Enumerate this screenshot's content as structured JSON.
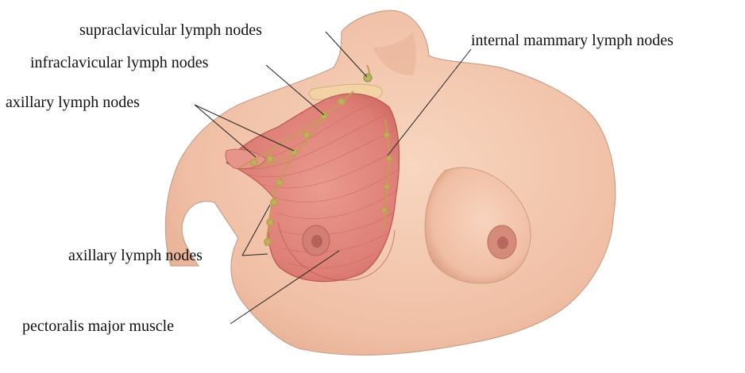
{
  "labels": {
    "supraclavicular": "supraclavicular lymph nodes",
    "infraclavicular": "infraclavicular lymph nodes",
    "axillary_upper": "axillary lymph nodes",
    "internal_mammary": "internal mammary lymph nodes",
    "axillary_lower": "axillary lymph nodes",
    "pectoralis": "pectoralis major muscle"
  },
  "colors": {
    "skin": "#f2c7ae",
    "skin_shadow": "#e3a98d",
    "muscle": "#e1837a",
    "muscle_dark": "#c8605c",
    "lymph": "#b4b85a",
    "vessel": "#c79a58",
    "leader": "#222222"
  }
}
